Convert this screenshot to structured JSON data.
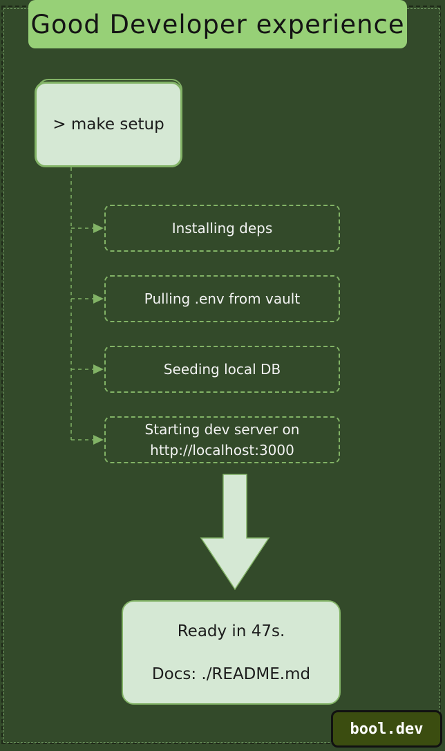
{
  "title": "Good Developer experience",
  "command": "> make setup",
  "steps": [
    {
      "lines": [
        "Installing deps"
      ]
    },
    {
      "lines": [
        "Pulling .env from vault"
      ]
    },
    {
      "lines": [
        "Seeding local DB"
      ]
    },
    {
      "lines": [
        "Starting dev server on",
        "http://localhost:3000"
      ]
    }
  ],
  "result": {
    "ready": "Ready in 47s.",
    "docs": "Docs: ./README.md"
  },
  "badge": "bool.dev",
  "colors": {
    "background": "#334a2a",
    "title_fill": "#97d077",
    "light_fill": "#d5e8d4",
    "accent_stroke": "#82b366",
    "badge_fill": "#3b4d10"
  }
}
